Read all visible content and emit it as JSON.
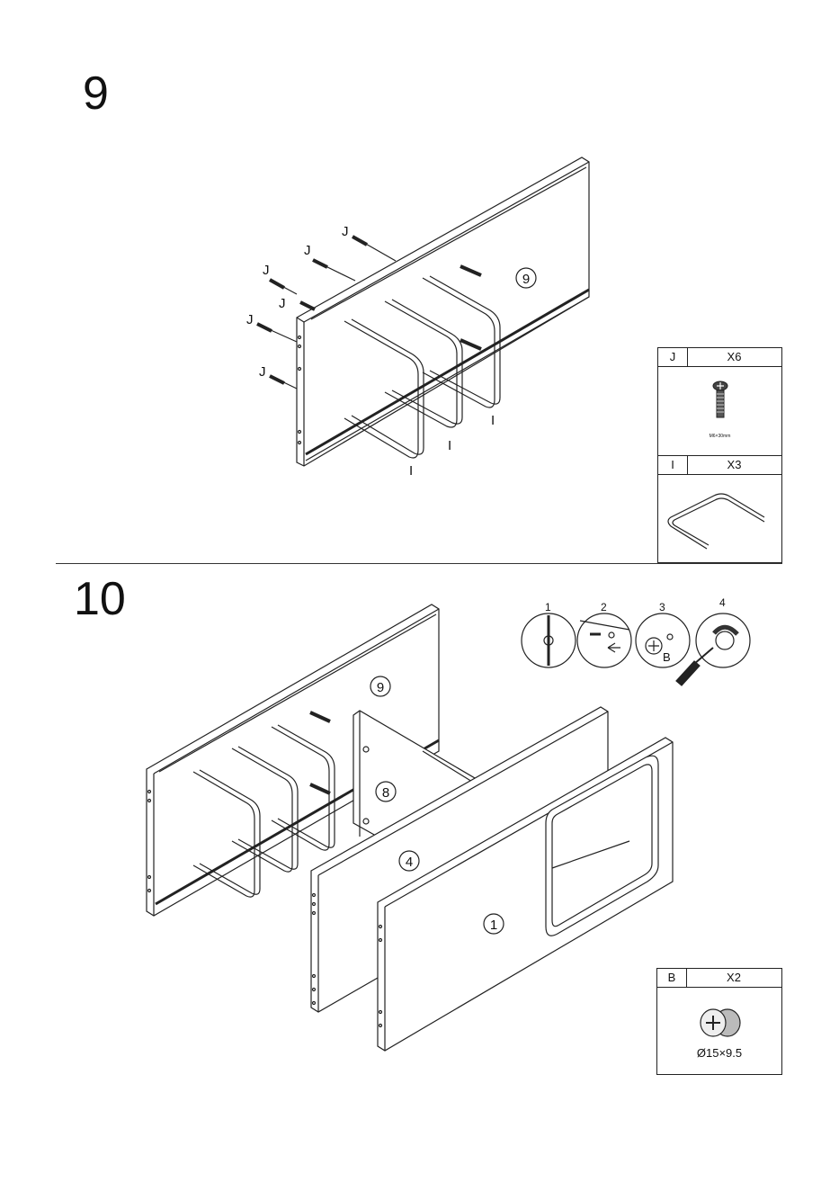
{
  "step9": {
    "number": "9",
    "panel_label": "9",
    "screw_labels": [
      "J",
      "J",
      "J",
      "J",
      "J",
      "J"
    ],
    "leg_labels": [
      "I",
      "I",
      "I"
    ]
  },
  "step10": {
    "number": "10",
    "panel_labels": {
      "back": "9",
      "divider": "8",
      "side": "4",
      "front": "1"
    },
    "inset_steps": [
      "1",
      "2",
      "3",
      "4"
    ],
    "inset_b_label": "B"
  },
  "parts": {
    "J": {
      "code": "J",
      "qty": "X6",
      "spec": "M6×30mm"
    },
    "I": {
      "code": "I",
      "qty": "X3"
    },
    "B": {
      "code": "B",
      "qty": "X2",
      "spec": "Ø15×9.5"
    }
  }
}
